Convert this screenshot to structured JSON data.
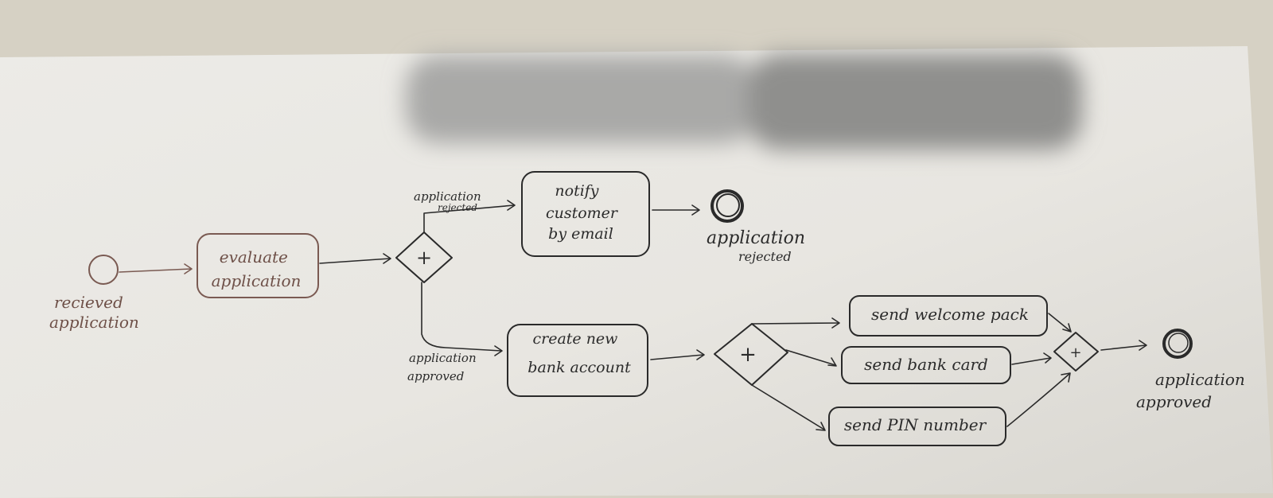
{
  "start_event": {
    "label_lines": [
      "recieved",
      "application"
    ]
  },
  "tasks": {
    "evaluate": {
      "label_lines": [
        "evaluate",
        "application"
      ]
    },
    "notify": {
      "label_lines": [
        "notify",
        "customer",
        "by email"
      ]
    },
    "create_account": {
      "label_lines": [
        "create new",
        "bank account"
      ]
    },
    "welcome_pack": {
      "label_lines": [
        "send welcome pack"
      ]
    },
    "bank_card": {
      "label_lines": [
        "send bank card"
      ]
    },
    "pin_number": {
      "label_lines": [
        "send PIN number"
      ]
    }
  },
  "gateways": {
    "decision": {
      "symbol": "+"
    },
    "split": {
      "symbol": "+"
    },
    "join": {
      "symbol": "+"
    }
  },
  "flow_labels": {
    "rejected": {
      "label_lines": [
        "application",
        "rejected"
      ]
    },
    "approved": {
      "label_lines": [
        "application",
        "approved"
      ]
    }
  },
  "end_events": {
    "rejected": {
      "label_lines": [
        "application",
        "rejected"
      ]
    },
    "approved": {
      "label_lines": [
        "application",
        "approved"
      ]
    }
  },
  "colors": {
    "ink": "#2a2a2a",
    "brown_ink": "#7a5a52",
    "paper": "#e9e7e2",
    "redaction": "#8f8f8f"
  }
}
